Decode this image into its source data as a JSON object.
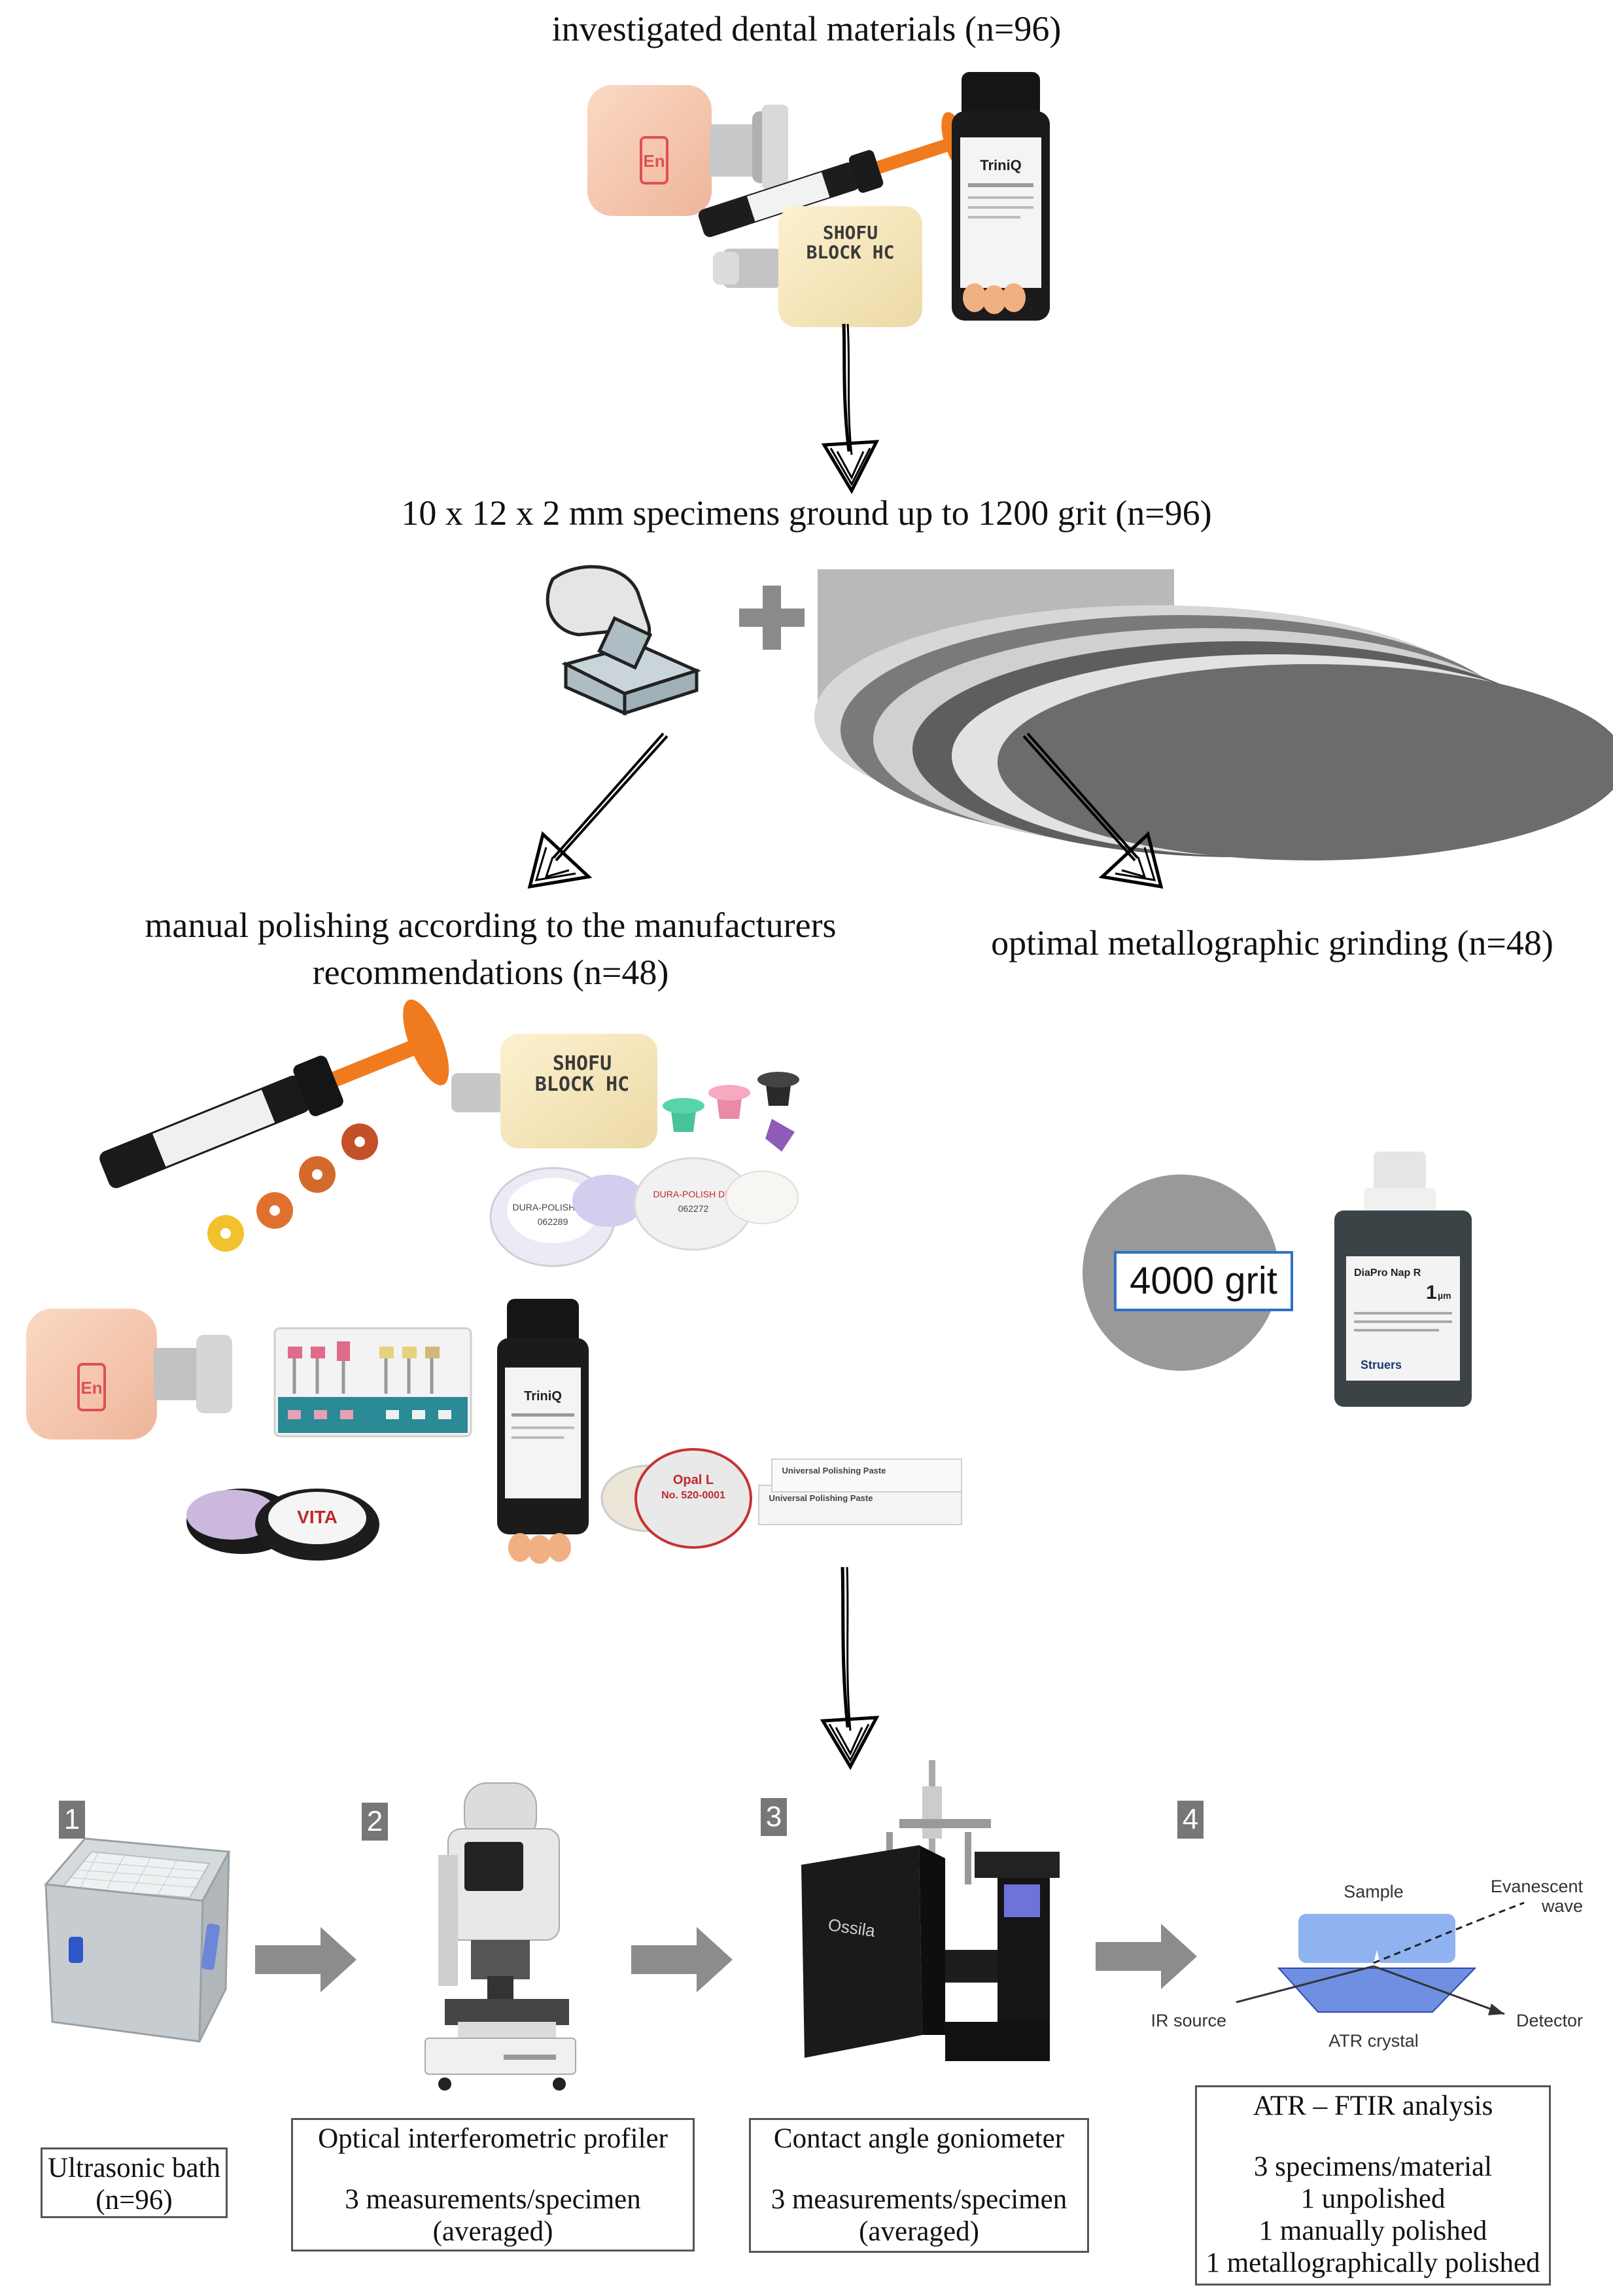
{
  "step1": {
    "title": "investigated dental materials (n=96)"
  },
  "step2": {
    "title": "10 x 12 x 2 mm specimens ground up to 1200 grit (n=96)"
  },
  "branch_left": {
    "title_line1": "manual polishing according to the manufacturers",
    "title_line2": "recommendations (n=48)"
  },
  "branch_right": {
    "title": "optimal metallographic grinding (n=48)",
    "disc_label": "4000 grit"
  },
  "product_labels": {
    "shofu_line1": "SHOFU",
    "shofu_line2": "BLOCK HC",
    "triniq": "TriniQ",
    "vita": "VITA",
    "opal_line1": "Opal L",
    "opal_line2": "No. 520-0001",
    "polishing_paste": "Universal Polishing Paste",
    "diapro_name": "DiaPro Nap R",
    "diapro_size": "1",
    "diapro_unit": "µm",
    "struers": "Struers",
    "ossila": "Ossila",
    "dura_polish": "DURA-POLISH DIA",
    "lot_a": "062272",
    "lot_b": "062289"
  },
  "procedures": [
    {
      "number": "1",
      "box_line1": "Ultrasonic bath",
      "box_line2": "(n=96)"
    },
    {
      "number": "2",
      "box_line1": "Optical interferometric profiler",
      "box_line2": "3 measurements/specimen",
      "box_line3": "(averaged)"
    },
    {
      "number": "3",
      "box_line1": "Contact angle goniometer",
      "box_line2": "3 measurements/specimen",
      "box_line3": "(averaged)"
    },
    {
      "number": "4",
      "box_line1": "ATR – FTIR analysis",
      "box_line2": "3 specimens/material",
      "box_line3": "1 unpolished",
      "box_line4": "1 manually polished",
      "box_line5": "1 metallographically polished"
    }
  ],
  "atr_diagram": {
    "sample": "Sample",
    "evanescent_line1": "Evanescent",
    "evanescent_line2": "wave",
    "ir_source": "IR source",
    "atr_crystal": "ATR crystal",
    "detector": "Detector"
  },
  "colors": {
    "arrow_gray": "#8c8c8c",
    "number_badge": "#777777",
    "box_border": "#555555",
    "crystal_blue": "#6f8fe3",
    "sample_blue": "#8fb2f0"
  }
}
